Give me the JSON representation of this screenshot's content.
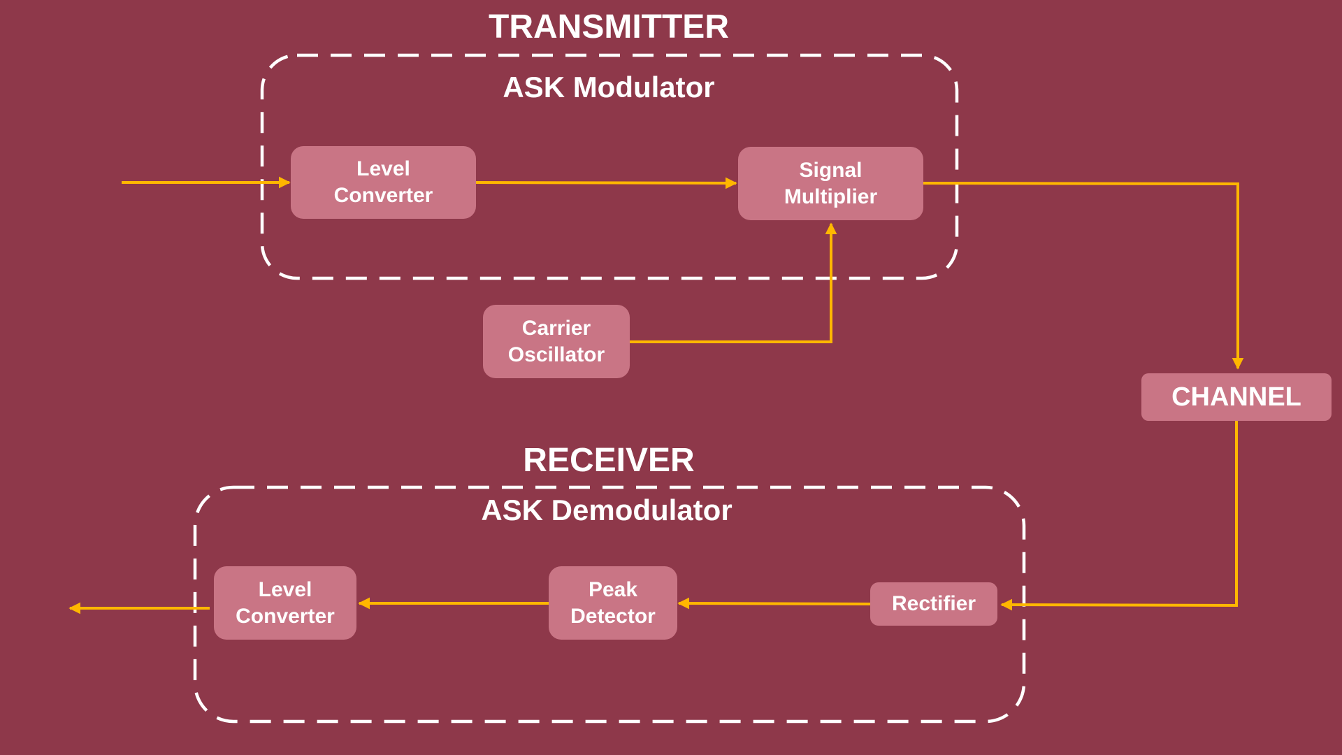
{
  "transmitter": {
    "title": "TRANSMITTER",
    "subtitle": "ASK Modulator",
    "level_converter": [
      "Level",
      "Converter"
    ],
    "signal_multiplier": [
      "Signal",
      "Multiplier"
    ],
    "carrier_oscillator": [
      "Carrier",
      "Oscillator"
    ]
  },
  "channel": {
    "label": "CHANNEL"
  },
  "receiver": {
    "title": "RECEIVER",
    "subtitle": "ASK Demodulator",
    "rectifier": "Rectifier",
    "peak_detector": [
      "Peak",
      "Detector"
    ],
    "level_converter": [
      "Level",
      "Converter"
    ]
  },
  "colors": {
    "background": "#8e384a",
    "block": "#c97585",
    "wire": "#ffb700",
    "dashed_border": "#ffffff",
    "text": "#ffffff"
  }
}
